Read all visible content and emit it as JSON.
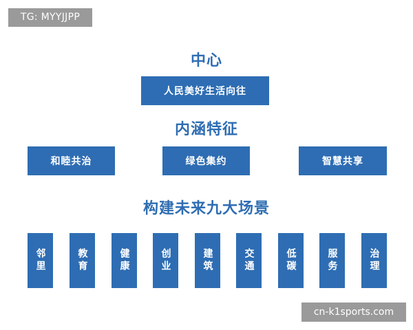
{
  "watermark_top": "TG: MYYJJPP",
  "watermark_bottom": "cn-k1sports.com",
  "center": {
    "heading": "中心",
    "box": "人民美好生活向往"
  },
  "features": {
    "heading": "内涵特征",
    "boxes": [
      "和睦共治",
      "绿色集约",
      "智慧共享"
    ]
  },
  "scenes": {
    "heading": "构建未来九大场景",
    "boxes": [
      "邻里",
      "教育",
      "健康",
      "创业",
      "建筑",
      "交通",
      "低碳",
      "服务",
      "治理"
    ]
  },
  "colors": {
    "accent": "#2e6db3",
    "watermark": "#9a9a9a"
  }
}
